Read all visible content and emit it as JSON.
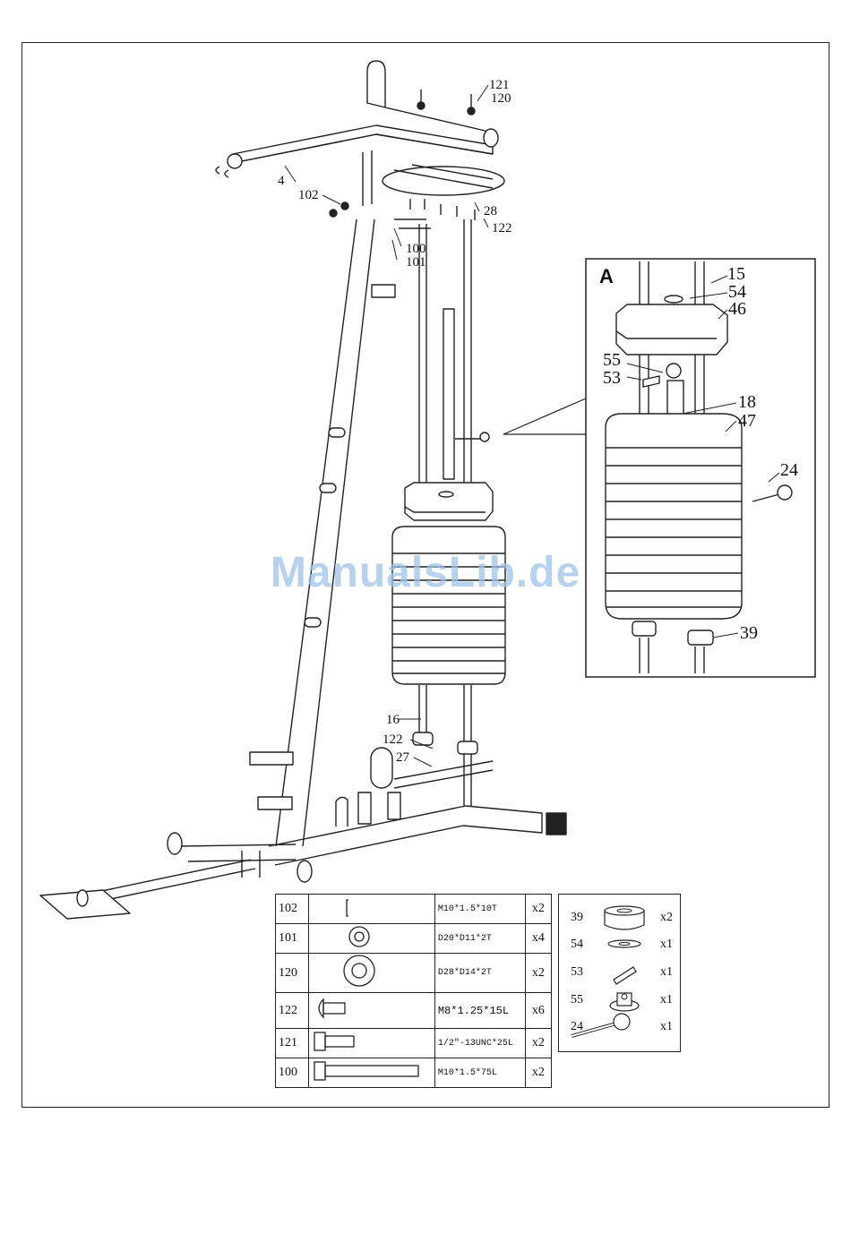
{
  "callouts": {
    "c121": "121",
    "c120": "120",
    "c4": "4",
    "c102": "102",
    "c28": "28",
    "c122a": "122",
    "c100": "100",
    "c101": "101",
    "c16": "16",
    "c122b": "122",
    "c27": "27"
  },
  "detail": {
    "label": "A",
    "callouts": {
      "c15": "15",
      "c54": "54",
      "c46": "46",
      "c55": "55",
      "c53": "53",
      "c18": "18",
      "c47": "47",
      "c24": "24",
      "c39": "39"
    }
  },
  "watermark": "ManualsLib.de",
  "hardware_table": [
    {
      "num": "102",
      "icon": "nut-icon",
      "spec": "M10*1.5*10T",
      "qty": "x2"
    },
    {
      "num": "101",
      "icon": "washer-icon",
      "spec": "D20*D11*2T",
      "qty": "x4"
    },
    {
      "num": "120",
      "icon": "large-washer-icon",
      "spec": "D28*D14*2T",
      "qty": "x2"
    },
    {
      "num": "122",
      "icon": "round-head-bolt-icon",
      "spec": "M8*1.25*15L",
      "qty": "x6"
    },
    {
      "num": "121",
      "icon": "hex-bolt-icon",
      "spec": "1/2\"-13UNC*25L",
      "qty": "x2"
    },
    {
      "num": "100",
      "icon": "long-bolt-icon",
      "spec": "M10*1.5*75L",
      "qty": "x2"
    }
  ],
  "parts_kit": [
    {
      "num": "39",
      "icon": "bushing-icon",
      "qty": "x2"
    },
    {
      "num": "54",
      "icon": "flat-washer-icon",
      "qty": "x1"
    },
    {
      "num": "53",
      "icon": "pin-icon",
      "qty": "x1"
    },
    {
      "num": "55",
      "icon": "collar-icon",
      "qty": "x1"
    },
    {
      "num": "24",
      "icon": "selector-pin-icon",
      "qty": "x1"
    }
  ]
}
